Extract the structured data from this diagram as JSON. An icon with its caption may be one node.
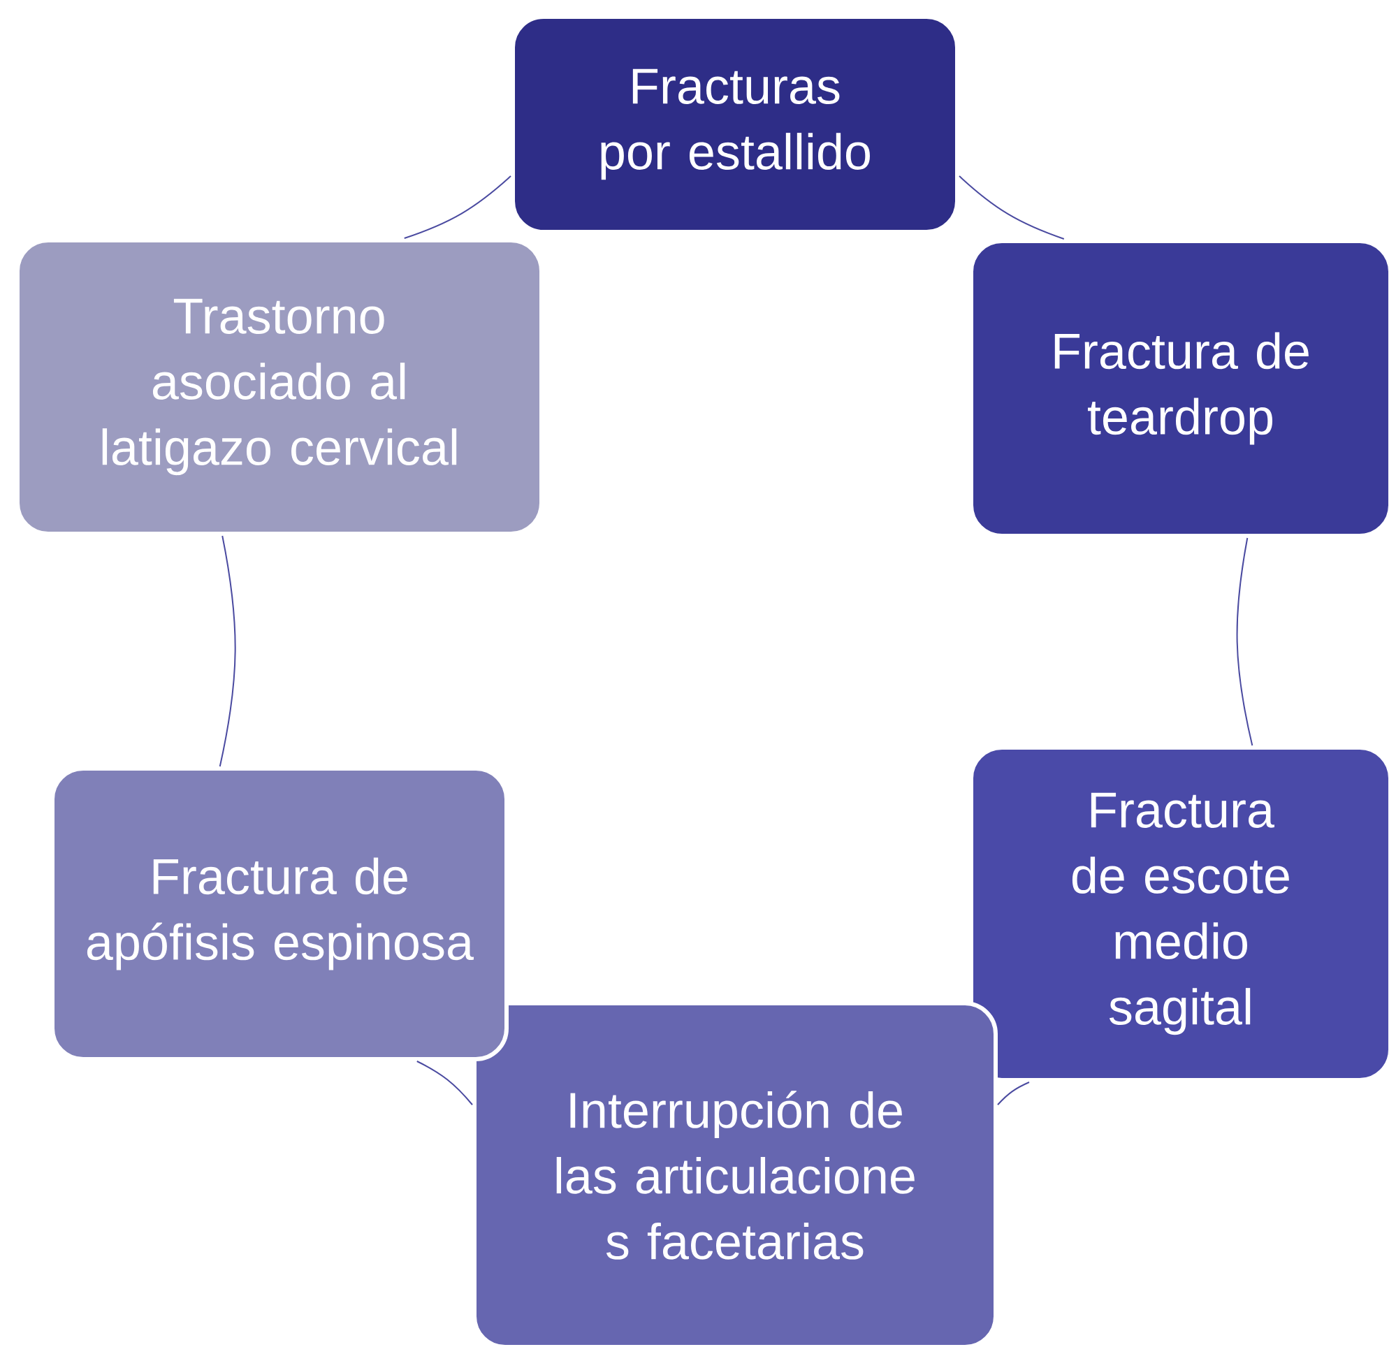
{
  "diagram": {
    "nodes": [
      {
        "text": [
          "Fracturas por estallido"
        ]
      },
      {
        "text": [
          "Fractura de teardrop"
        ]
      },
      {
        "text": [
          "Fractura de escote medio sagital"
        ]
      },
      {
        "text": [
          "Interrupción de las articulacione s facetarias"
        ]
      },
      {
        "text": [
          "Fractura de apófisis espinosa"
        ]
      },
      {
        "text": [
          "Trastorno asociado al latigazo cervical"
        ]
      }
    ],
    "edges": [
      {
        "from": 0,
        "to": 1,
        "arrow": "none"
      },
      {
        "from": 1,
        "to": 2,
        "arrow": "none"
      },
      {
        "from": 2,
        "to": 3,
        "arrow": "none"
      },
      {
        "from": 3,
        "to": 4,
        "arrow": "none"
      },
      {
        "from": 4,
        "to": 5,
        "arrow": "none"
      },
      {
        "from": 5,
        "to": 0,
        "arrow": "none"
      }
    ]
  }
}
